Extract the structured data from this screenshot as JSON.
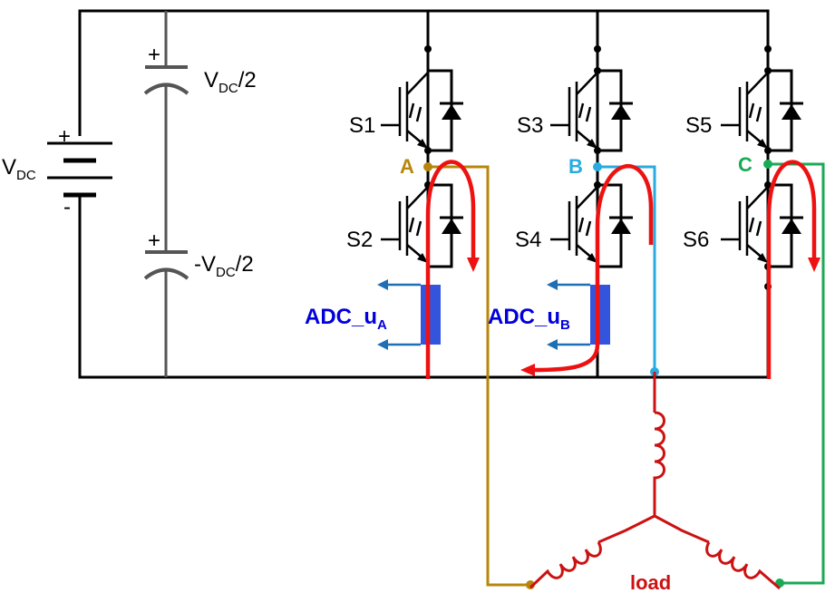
{
  "source": {
    "main_label": "V",
    "main_sub": "DC",
    "plus": "+",
    "minus": "-",
    "cap_top_pre": "V",
    "cap_top_sub": "DC",
    "cap_top_post": "/2",
    "cap_bot_pre": "-V",
    "cap_bot_sub": "DC",
    "cap_bot_post": "/2"
  },
  "switches": [
    "S1",
    "S2",
    "S3",
    "S4",
    "S5",
    "S6"
  ],
  "nodes": {
    "a": "A",
    "b": "B",
    "c": "C"
  },
  "adc": {
    "a_pre": "ADC_u",
    "a_sub": "A",
    "b_pre": "ADC_u",
    "b_sub": "B"
  },
  "load_label": "load",
  "colors": {
    "wire": "#000000",
    "capacitor": "#555555",
    "phase_a": "#b8860b",
    "phase_b": "#29abe2",
    "phase_c": "#1aaa55",
    "current_path": "#ee1111",
    "sensor": "#3355dd",
    "adc_arrow": "#1f6fb5",
    "adc_text": "#0000dd",
    "load": "#cc1111"
  }
}
